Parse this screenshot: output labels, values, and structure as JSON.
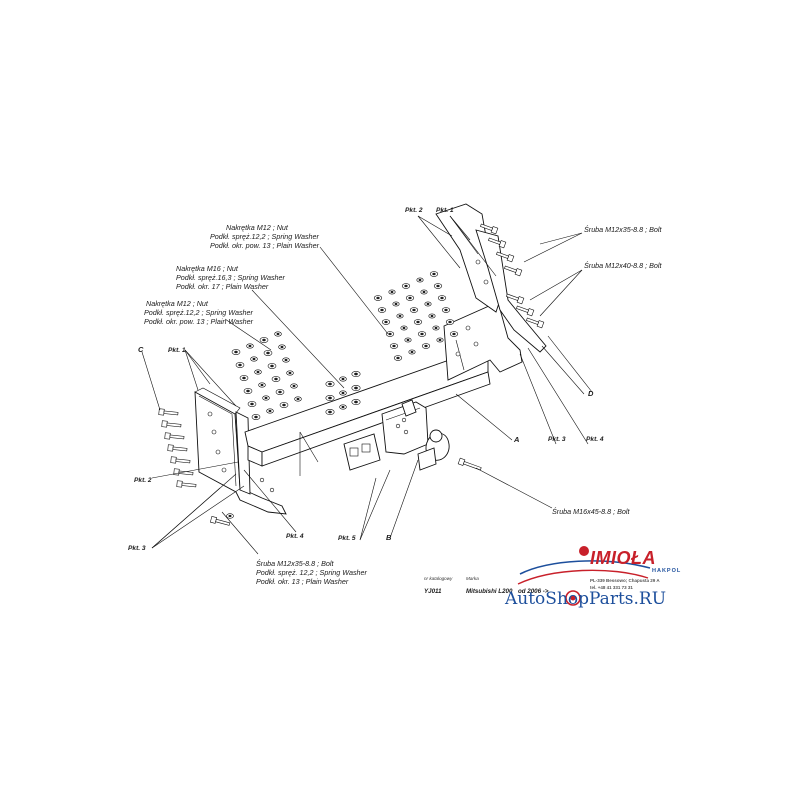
{
  "labels": {
    "nut_m12_top": [
      "Nakrętka  M12 ; Nut",
      "Podkł. spręż.12,2 ; Spring Washer",
      "Podkł. okr. pow. 13 ; Plain Washer"
    ],
    "nut_m16": [
      "Nakrętka  M16 ; Nut",
      "Podkł. spręż.16,3 ; Spring Washer",
      "Podkł. okr. 17 ; Plain Washer"
    ],
    "nut_m12_left": [
      "Nakrętka  M12 ; Nut",
      "Podkł. spręż.12,2 ; Spring Washer",
      "Podkł. okr. pow. 13 ; Plain Washer"
    ],
    "bolt_m12x35_top": "Śruba M12x35-8.8 ;  Bolt",
    "bolt_m12x40": "Śruba M12x40-8.8 ;  Bolt",
    "bolt_m16x45": "Śruba M16x45-8.8 ;  Bolt",
    "bolt_m12x35_bottom": [
      "Śruba M12x35-8.8 ;  Bolt",
      "Podkł. spręż. 12,2 ; Spring Washer",
      "Podkł. okr. 13 ; Plain Washer"
    ],
    "pkt1_top": "Pkt. 1",
    "pkt2_top": "Pkt. 2",
    "pkt1_left": "Pkt. 1",
    "pkt2_left": "Pkt. 2",
    "pkt3_left": "Pkt. 3",
    "pkt4_bottom": "Pkt. 4",
    "pkt5": "Pkt. 5",
    "pkt3_right": "Pkt. 3",
    "pkt4_right": "Pkt. 4",
    "letter_a": "A",
    "letter_b": "B",
    "letter_c": "C",
    "letter_d": "D"
  },
  "title_block": {
    "nr_label": "nr katalogowy",
    "marka_label": "Marka",
    "catalog_number": "YJ011",
    "model": "Mitsubishi L200",
    "from": "od  2006 ->"
  },
  "brand": {
    "name": "IMIOŁA",
    "sub": "HAKPOL",
    "address_1": "PL-339 Bessowo; Chapusta 29 A",
    "address_2": "tel. +48 41 331 73 31"
  },
  "watermark": "AutoShopParts.RU",
  "colors": {
    "brand_red": "#c8202a",
    "brand_blue": "#1d4f9c",
    "line": "#111111"
  }
}
